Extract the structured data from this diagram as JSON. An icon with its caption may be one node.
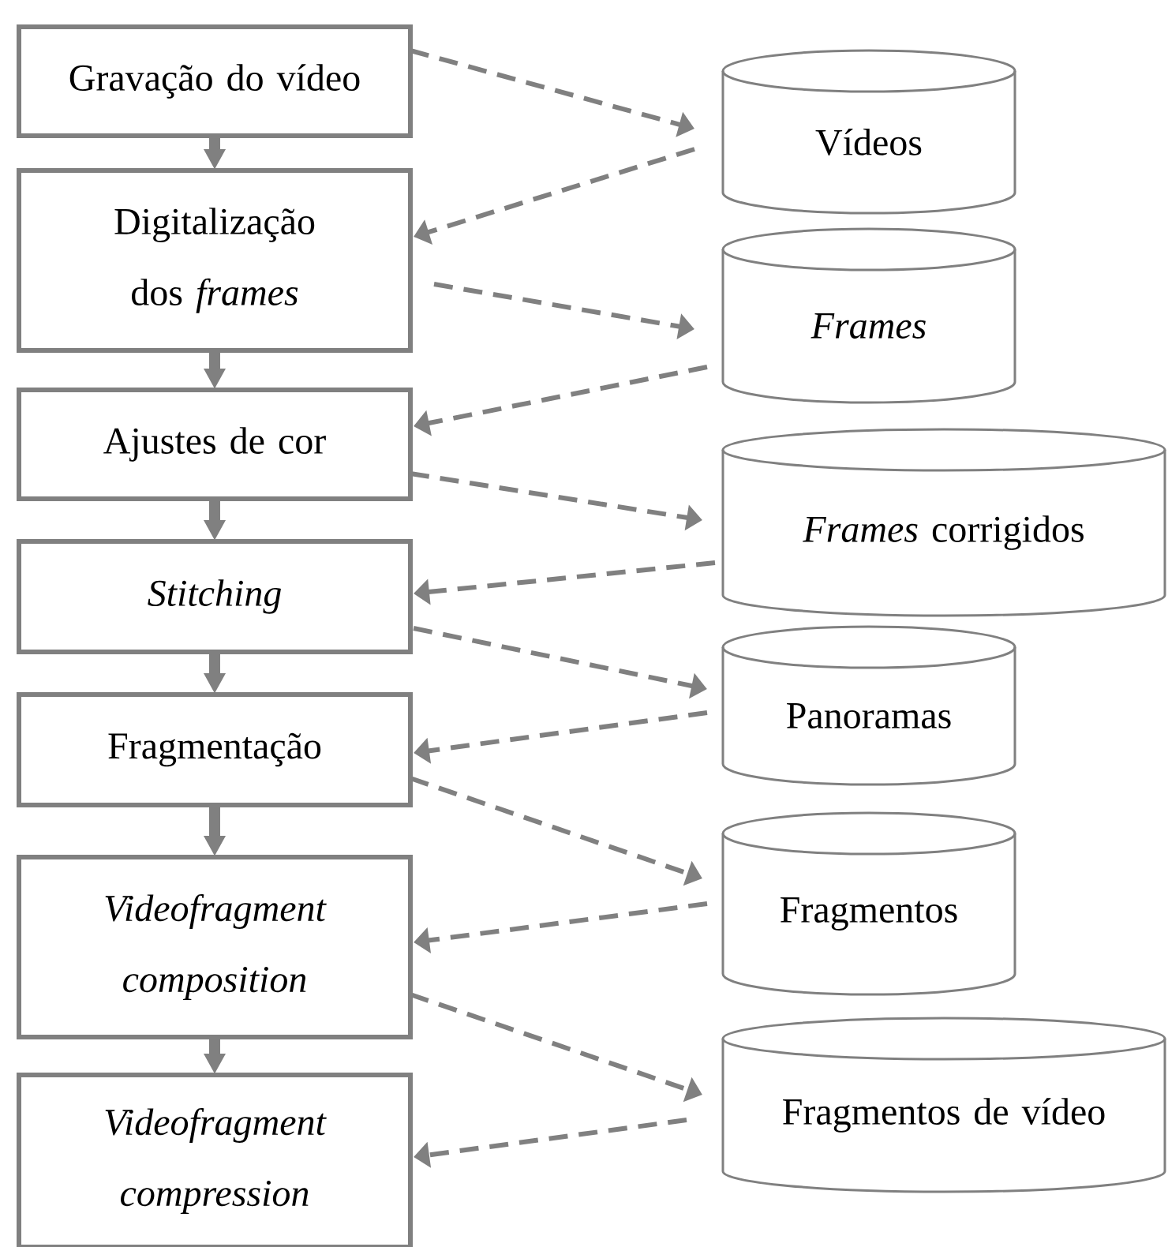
{
  "diagram": {
    "nodes": [
      {
        "text": [
          "Gravação do vídeo"
        ]
      },
      {
        "text": [
          "Digitalização dos *frames*"
        ]
      },
      {
        "text": [
          "Ajustes de cor"
        ]
      },
      {
        "text": [
          "*Stitching*"
        ]
      },
      {
        "text": [
          "Fragmentação"
        ]
      },
      {
        "text": [
          "*Videofragment composition*"
        ]
      },
      {
        "text": [
          "*Videofragment compression*"
        ]
      },
      {
        "text": [
          "Vídeos"
        ]
      },
      {
        "text": [
          "*Frames*"
        ]
      },
      {
        "text": [
          "*Frames* corrigidos"
        ]
      },
      {
        "text": [
          "Panoramas"
        ]
      },
      {
        "text": [
          "Fragmentos"
        ]
      },
      {
        "text": [
          "Fragmentos de vídeo"
        ]
      }
    ],
    "edges": [
      {
        "from": 0,
        "to": 1,
        "arrow": "to",
        "style": "thick"
      },
      {
        "from": 1,
        "to": 2,
        "arrow": "to",
        "style": "thick"
      },
      {
        "from": 2,
        "to": 3,
        "arrow": "to",
        "style": "thick"
      },
      {
        "from": 3,
        "to": 4,
        "arrow": "to",
        "style": "thick"
      },
      {
        "from": 4,
        "to": 5,
        "arrow": "to",
        "style": "thick"
      },
      {
        "from": 5,
        "to": 6,
        "arrow": "to",
        "style": "thick"
      },
      {
        "from": 0,
        "to": 7,
        "arrow": "to",
        "style": "dashed"
      },
      {
        "from": 7,
        "to": 1,
        "arrow": "to",
        "style": "dashed"
      },
      {
        "from": 1,
        "to": 8,
        "arrow": "to",
        "style": "dashed"
      },
      {
        "from": 8,
        "to": 2,
        "arrow": "to",
        "style": "dashed"
      },
      {
        "from": 2,
        "to": 9,
        "arrow": "to",
        "style": "dashed"
      },
      {
        "from": 9,
        "to": 3,
        "arrow": "to",
        "style": "dashed"
      },
      {
        "from": 3,
        "to": 10,
        "arrow": "to",
        "style": "dashed"
      },
      {
        "from": 10,
        "to": 4,
        "arrow": "to",
        "style": "dashed"
      },
      {
        "from": 4,
        "to": 11,
        "arrow": "to",
        "style": "dashed"
      },
      {
        "from": 11,
        "to": 5,
        "arrow": "to",
        "style": "dashed"
      },
      {
        "from": 5,
        "to": 12,
        "arrow": "to",
        "style": "dashed"
      },
      {
        "from": 12,
        "to": 6,
        "arrow": "to",
        "style": "dashed"
      }
    ]
  }
}
